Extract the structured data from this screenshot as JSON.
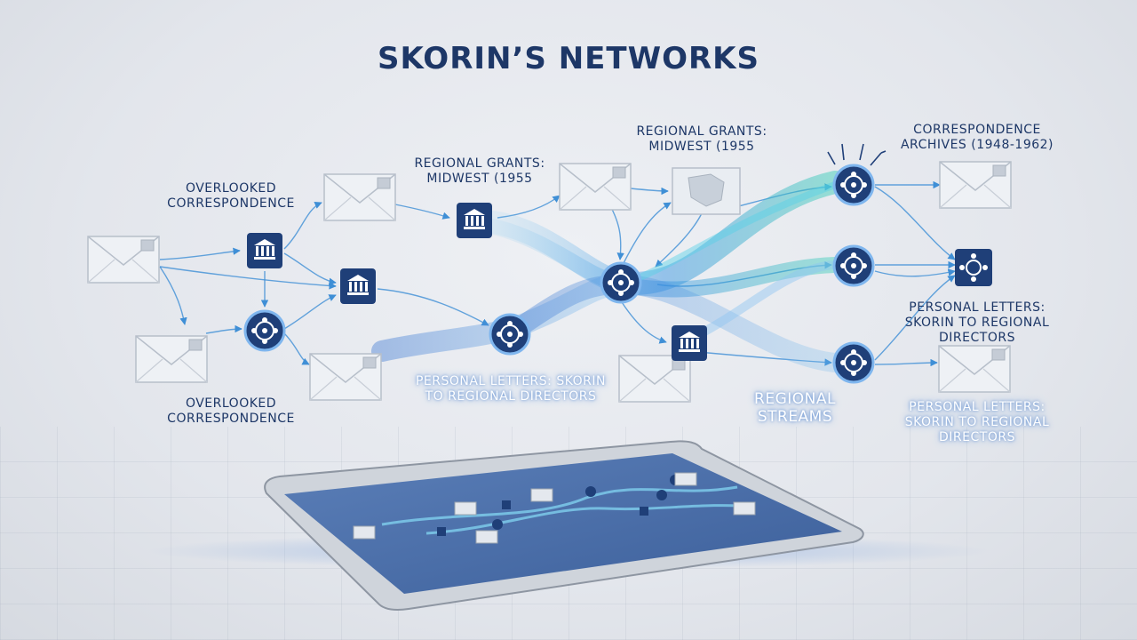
{
  "title": "SKORIN’S NETWORKS",
  "labels": {
    "overlooked_top": "OVERLOOKED\nCORRESPONDENCE",
    "overlooked_bottom": "OVERLOOKED\nCORRESPONDENCE",
    "grants_left": "REGIONAL GRANTS:\nMIDWEST (1955",
    "grants_top": "REGIONAL GRANTS:\nMIDWEST (1955",
    "archives": "CORRESPONDENCE\nARCHIVES (1948-1962)",
    "personal_center": "PERSONAL LETTERS: SKORIN\nTO REGIONAL DIRECTORS",
    "regional_streams": "REGIONAL\nSTREAMS",
    "personal_right_1": "PERSONAL LETTERS:\nSKORIN TO REGIONAL\nDIRECTORS",
    "personal_right_2": "PERSONAL LETTERS:\nSKORIN TO REGIONAL\nDIRECTORS"
  },
  "icons": {
    "envelope": "envelope-icon",
    "bank": "bank-icon",
    "network": "network-hub-icon",
    "map": "map-icon"
  },
  "colors": {
    "navy": "#1d3767",
    "node": "#1f3f78",
    "stream_light": "#4fc3e8",
    "stream_teal": "#3ecfb8",
    "stream_blue": "#3f7fd8"
  }
}
